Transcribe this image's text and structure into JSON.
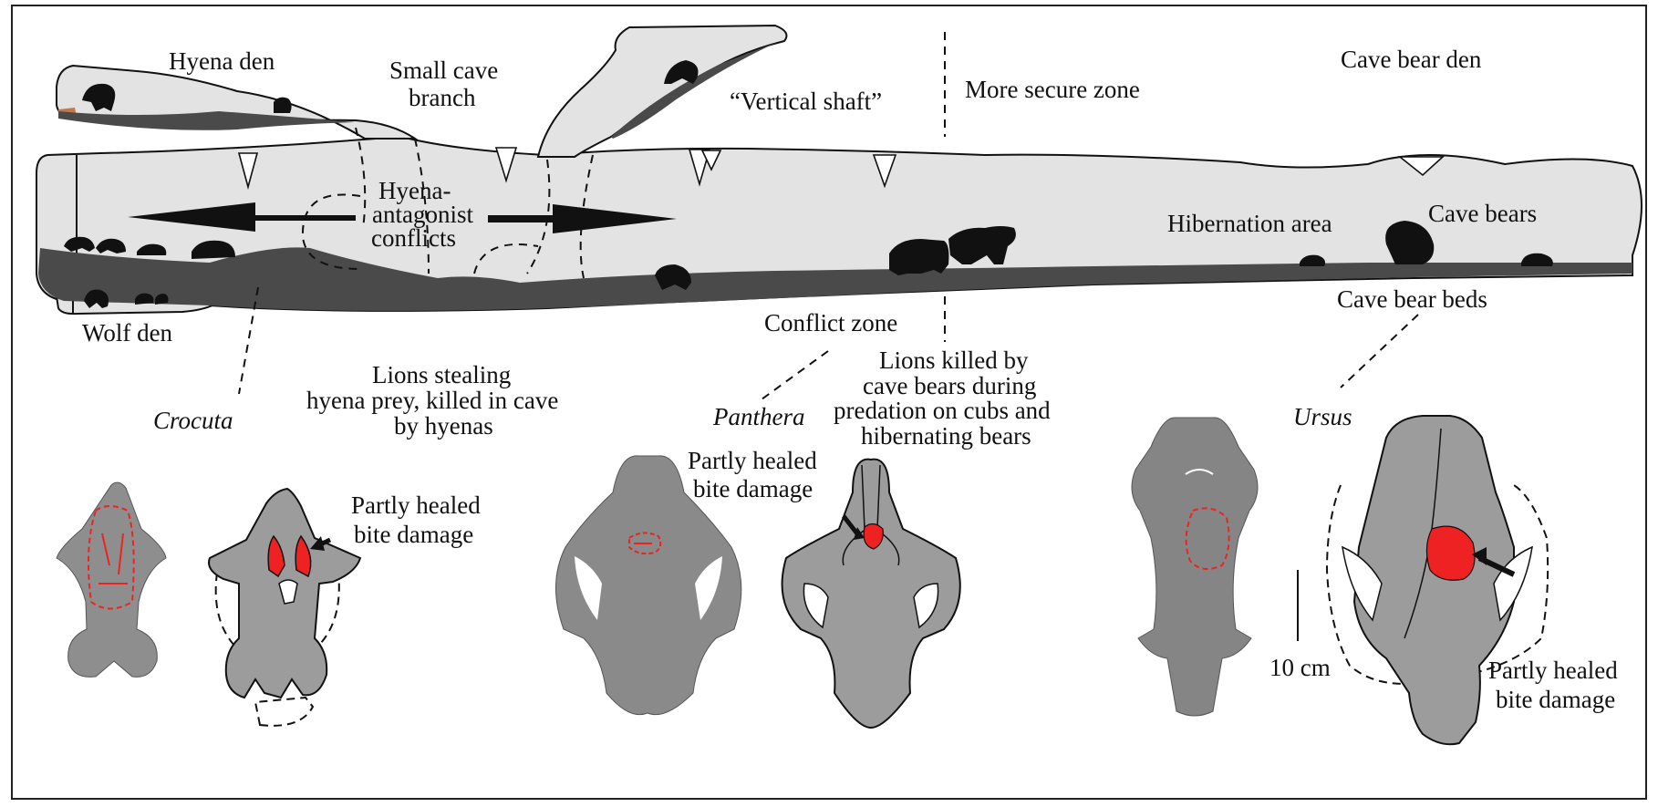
{
  "labels": {
    "hyena_den": "Hyena den",
    "small_cave_l1": "Small cave",
    "small_cave_l2": "branch",
    "vertical_shaft": "“Vertical shaft”",
    "more_secure_zone": "More secure zone",
    "cave_bear_den": "Cave bear den",
    "conflicts_l1": "Hyena-",
    "conflicts_l2": "antagonist",
    "conflicts_l3": "conflicts",
    "hibernation_area": "Hibernation area",
    "cave_bears": "Cave bears",
    "wolf_den": "Wolf den",
    "conflict_zone": "Conflict zone",
    "cave_bear_beds": "Cave bear beds",
    "lions_stealing_l1": "Lions stealing",
    "lions_stealing_l2": "hyena prey, killed in cave",
    "lions_stealing_l3": "by hyenas",
    "lions_killed_l1": "Lions killed by",
    "lions_killed_l2": "cave bears during",
    "lions_killed_l3": "predation on cubs and",
    "lions_killed_l4": "hibernating bears",
    "crocuta": "Crocuta",
    "panthera": "Panthera",
    "ursus": "Ursus",
    "bite_a_l1": "Partly healed",
    "bite_a_l2": "bite damage",
    "bite_b_l1": "Partly healed",
    "bite_b_l2": "bite damage",
    "bite_c_l1": "Partly healed",
    "bite_c_l2": "bite damage",
    "scale": "10 cm"
  },
  "colors": {
    "cave_fill": "#e3e3e3",
    "floor": "#4a4a4a",
    "skull_gray": "#9c9c9c",
    "bite_red": "#ee2222",
    "animal": "#111111"
  }
}
